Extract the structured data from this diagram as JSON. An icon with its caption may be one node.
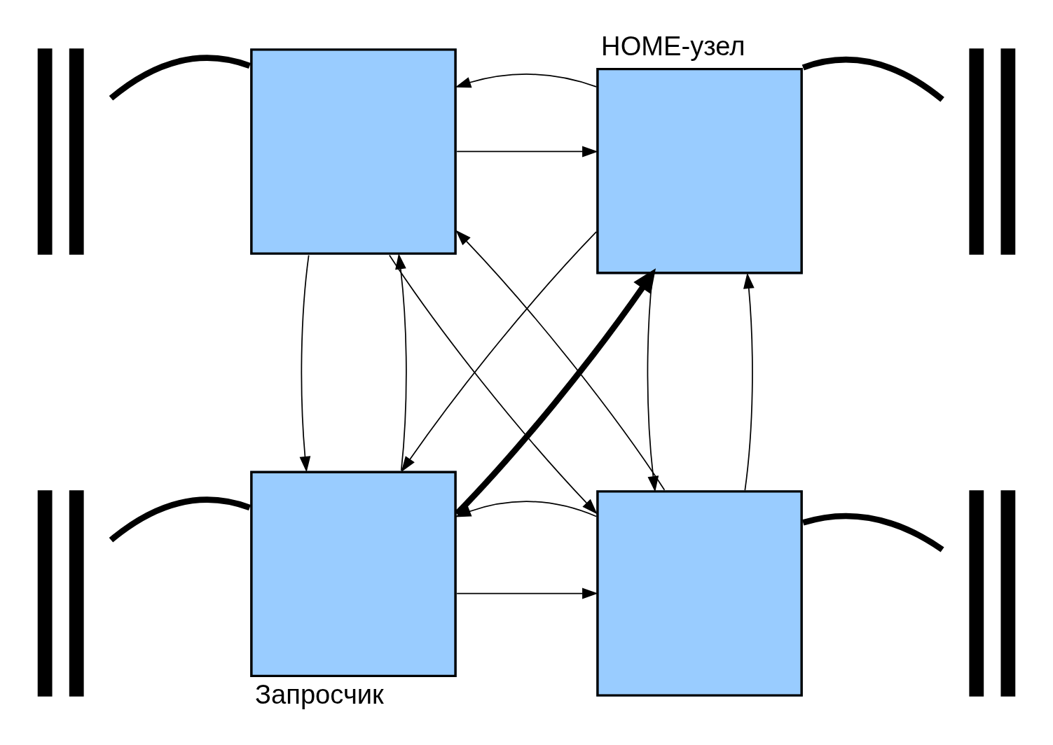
{
  "diagram": {
    "nodes": [
      {
        "text": [],
        "shape": "bar"
      },
      {
        "text": [],
        "shape": "box"
      },
      {
        "text": [],
        "shape": "box",
        "beside": [
          "HOME-узел"
        ]
      },
      {
        "text": [],
        "shape": "bar"
      },
      {
        "text": [],
        "shape": "bar"
      },
      {
        "text": [],
        "shape": "box",
        "beside": [
          "Запросчик"
        ]
      },
      {
        "text": [],
        "shape": "box"
      },
      {
        "text": [],
        "shape": "bar"
      }
    ],
    "edges": [
      {
        "from": 0,
        "to": 1,
        "arrow": "none",
        "style": "thick"
      },
      {
        "from": 2,
        "to": 3,
        "arrow": "none",
        "style": "thick"
      },
      {
        "from": 1,
        "to": 2,
        "arrow": "to"
      },
      {
        "from": 2,
        "to": 1,
        "arrow": "to"
      },
      {
        "from": 1,
        "to": 5,
        "arrow": "to"
      },
      {
        "from": 5,
        "to": 1,
        "arrow": "to"
      },
      {
        "from": 1,
        "to": 6,
        "arrow": "to"
      },
      {
        "from": 6,
        "to": 1,
        "arrow": "to"
      },
      {
        "from": 2,
        "to": 5,
        "arrow": "to"
      },
      {
        "from": 5,
        "to": 2,
        "arrow": "to",
        "style": "thick"
      },
      {
        "from": 2,
        "to": 6,
        "arrow": "to"
      },
      {
        "from": 6,
        "to": 2,
        "arrow": "to"
      },
      {
        "from": 4,
        "to": 5,
        "arrow": "none",
        "style": "thick"
      },
      {
        "from": 6,
        "to": 7,
        "arrow": "none",
        "style": "thick"
      },
      {
        "from": 5,
        "to": 6,
        "arrow": "to"
      },
      {
        "from": 6,
        "to": 5,
        "arrow": "to"
      }
    ]
  }
}
